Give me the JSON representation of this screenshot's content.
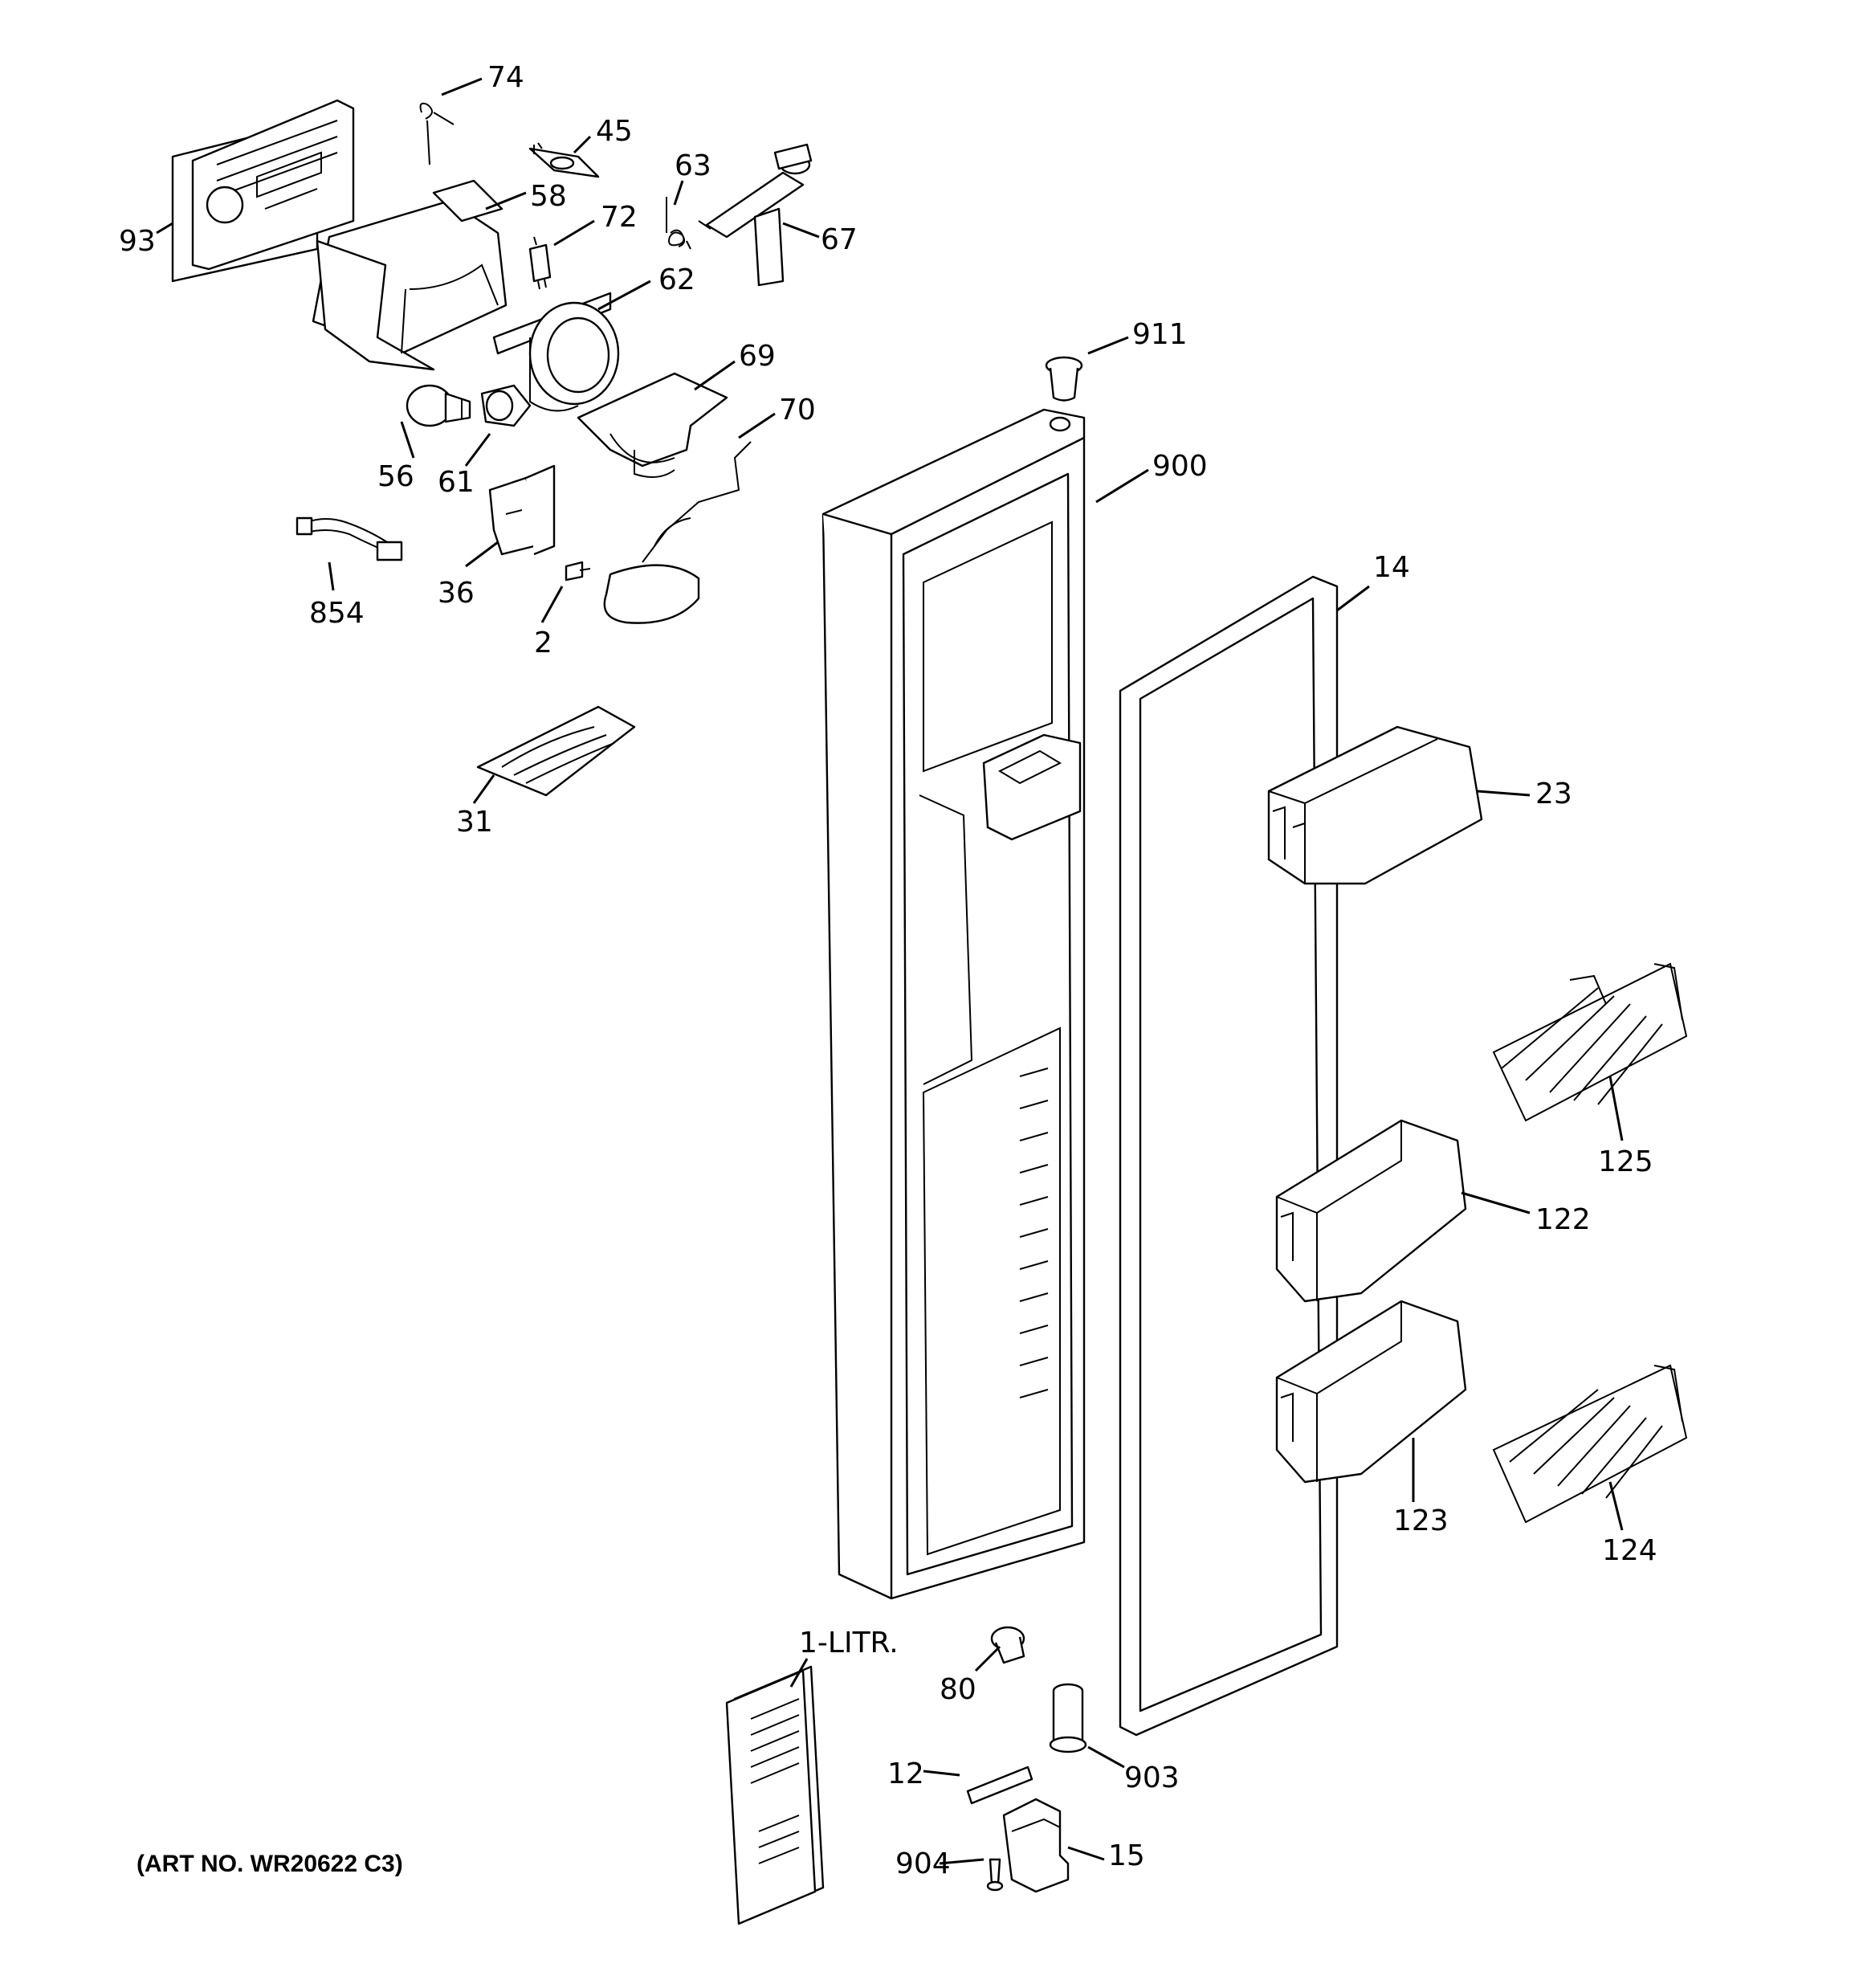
{
  "art_number": "(ART NO. WR20622 C3)",
  "callouts": [
    {
      "id": "74",
      "label": "74"
    },
    {
      "id": "45",
      "label": "45"
    },
    {
      "id": "63",
      "label": "63"
    },
    {
      "id": "58",
      "label": "58"
    },
    {
      "id": "93",
      "label": "93"
    },
    {
      "id": "72",
      "label": "72"
    },
    {
      "id": "67",
      "label": "67"
    },
    {
      "id": "62",
      "label": "62"
    },
    {
      "id": "911",
      "label": "911"
    },
    {
      "id": "69",
      "label": "69"
    },
    {
      "id": "70",
      "label": "70"
    },
    {
      "id": "56",
      "label": "56"
    },
    {
      "id": "61",
      "label": "61"
    },
    {
      "id": "900",
      "label": "900"
    },
    {
      "id": "36",
      "label": "36"
    },
    {
      "id": "854",
      "label": "854"
    },
    {
      "id": "2",
      "label": "2"
    },
    {
      "id": "14",
      "label": "14"
    },
    {
      "id": "31",
      "label": "31"
    },
    {
      "id": "23",
      "label": "23"
    },
    {
      "id": "125",
      "label": "125"
    },
    {
      "id": "122",
      "label": "122"
    },
    {
      "id": "123",
      "label": "123"
    },
    {
      "id": "124",
      "label": "124"
    },
    {
      "id": "1-LITR.",
      "label": "1-LITR."
    },
    {
      "id": "80",
      "label": "80"
    },
    {
      "id": "12",
      "label": "12"
    },
    {
      "id": "903",
      "label": "903"
    },
    {
      "id": "904",
      "label": "904"
    },
    {
      "id": "15",
      "label": "15"
    }
  ]
}
